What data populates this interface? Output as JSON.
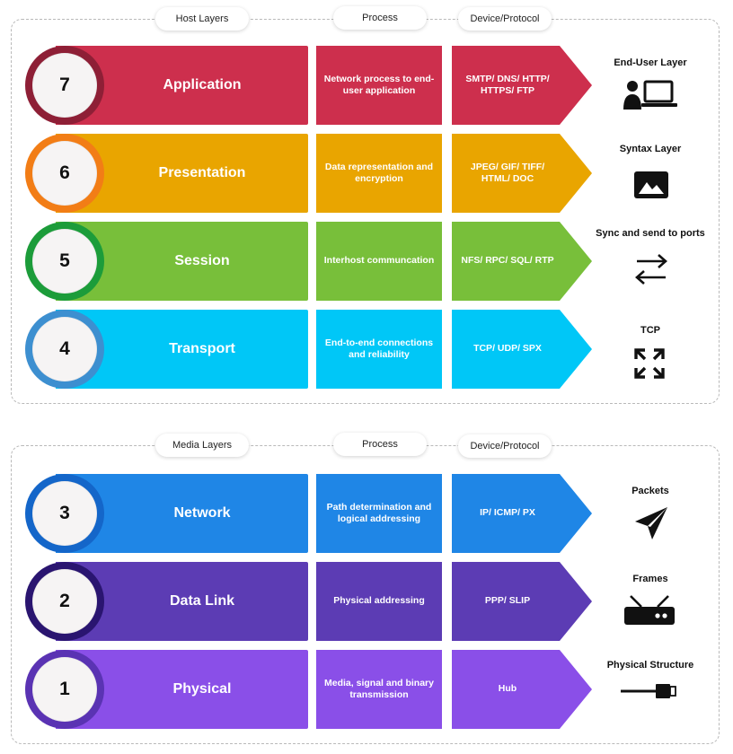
{
  "host_section": {
    "header_layers": "Host Layers",
    "header_process": "Process",
    "header_device": "Device/Protocol",
    "layers": [
      {
        "number": "7",
        "name": "Application",
        "process": "Network process to end-user application",
        "protocol": "SMTP/ DNS/ HTTP/ HTTPS/ FTP",
        "icon_label": "End-User Layer",
        "icon": "user-laptop-icon",
        "color": "#cd2f4d",
        "ring": "#8e1f36"
      },
      {
        "number": "6",
        "name": "Presentation",
        "process": "Data representation and encryption",
        "protocol": "JPEG/ GIF/ TIFF/ HTML/ DOC",
        "icon_label": "Syntax Layer",
        "icon": "image-icon",
        "color": "#e9a500",
        "ring": "#f27d16"
      },
      {
        "number": "5",
        "name": "Session",
        "process": "Interhost communcation",
        "protocol": "NFS/ RPC/ SQL/ RTP",
        "icon_label": "Sync and send to ports",
        "icon": "swap-arrows-icon",
        "color": "#78bf3a",
        "ring": "#1c9c3a"
      },
      {
        "number": "4",
        "name": "Transport",
        "process": "End-to-end connections and reliability",
        "protocol": "TCP/ UDP/ SPX",
        "icon_label": "TCP",
        "icon": "expand-arrows-icon",
        "color": "#00c7f7",
        "ring": "#3d8fd0"
      }
    ]
  },
  "media_section": {
    "header_layers": "Media Layers",
    "header_process": "Process",
    "header_device": "Device/Protocol",
    "layers": [
      {
        "number": "3",
        "name": "Network",
        "process": "Path determination and logical addressing",
        "protocol": "IP/ ICMP/ PX",
        "icon_label": "Packets",
        "icon": "paper-plane-icon",
        "color": "#1f86e6",
        "ring": "#1466c9"
      },
      {
        "number": "2",
        "name": "Data Link",
        "process": "Physical addressing",
        "protocol": "PPP/ SLIP",
        "icon_label": "Frames",
        "icon": "router-icon",
        "color": "#5c3cb4",
        "ring": "#2a1570"
      },
      {
        "number": "1",
        "name": "Physical",
        "process": "Media, signal and binary transmission",
        "protocol": "Hub",
        "icon_label": "Physical Structure",
        "icon": "cable-icon",
        "color": "#8a4fe8",
        "ring": "#5a33b3"
      }
    ]
  }
}
